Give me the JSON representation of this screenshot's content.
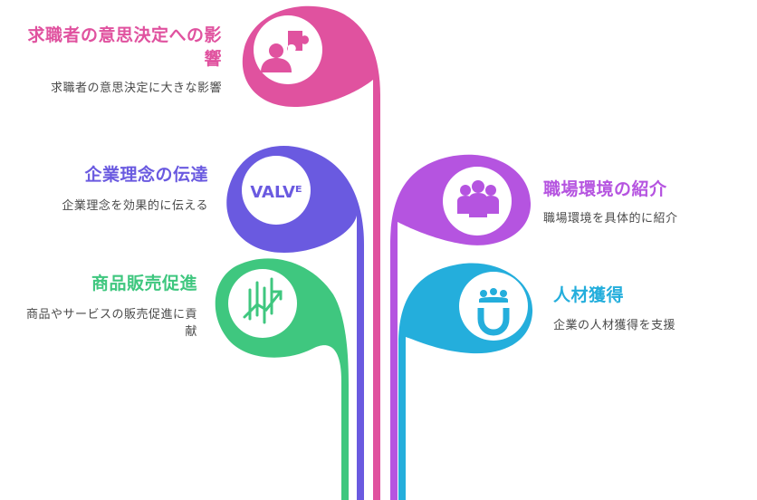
{
  "colors": {
    "pink": "#E0529F",
    "indigo": "#6A5AE0",
    "green": "#3FC77F",
    "purple": "#B554E0",
    "cyan": "#24AEDC"
  },
  "branches": {
    "influence": {
      "title": "求職者の意思決定への影響",
      "description": "求職者の意思決定に大きな影響",
      "icon": "person-puzzle-icon"
    },
    "philosophy": {
      "title": "企業理念の伝達",
      "description": "企業理念を効果的に伝える",
      "icon": "values-text-icon",
      "icon_text": "VALVᴱ"
    },
    "sales": {
      "title": "商品販売促進",
      "description": "商品やサービスの販売促進に貢献",
      "icon": "growth-chart-icon"
    },
    "workplace": {
      "title": "職場環境の紹介",
      "description": "職場環境を具体的に紹介",
      "icon": "team-group-icon"
    },
    "talent": {
      "title": "人材獲得",
      "description": "企業の人材獲得を支援",
      "icon": "magnet-people-icon"
    }
  }
}
